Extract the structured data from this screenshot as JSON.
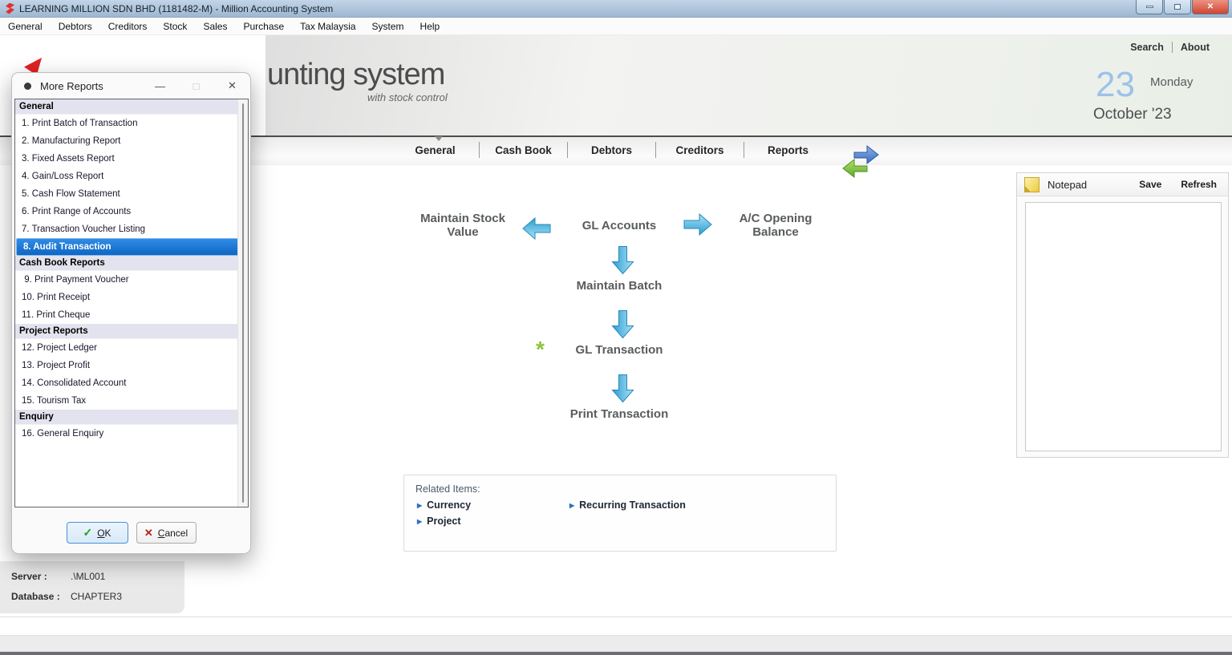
{
  "window": {
    "title": "LEARNING MILLION SDN BHD (1181482-M) - Million Accounting System",
    "controls": {
      "minimize": "minimize",
      "restore": "restore",
      "close": "close"
    }
  },
  "menu_bar": {
    "items": [
      "General",
      "Debtors",
      "Creditors",
      "Stock",
      "Sales",
      "Purchase",
      "Tax Malaysia",
      "System",
      "Help"
    ]
  },
  "header": {
    "logo_text": "unting system",
    "logo_subtext": "with stock control",
    "links": {
      "search": "Search",
      "about": "About"
    },
    "date": {
      "day": "23",
      "weekday": "Monday",
      "month_year": "October '23"
    }
  },
  "tab_bar": {
    "tabs": [
      "General",
      "Cash Book",
      "Debtors",
      "Creditors",
      "Reports"
    ]
  },
  "flow": {
    "left": "Maintain Stock Value",
    "center": "GL Accounts",
    "right": "A/C Opening Balance",
    "batch": "Maintain Batch",
    "marker": "*",
    "transaction": "GL Transaction",
    "print": "Print Transaction"
  },
  "notepad": {
    "title": "Notepad",
    "save": "Save",
    "refresh": "Refresh",
    "content": ""
  },
  "related": {
    "title": "Related Items:",
    "items": [
      "Currency",
      "Project",
      "Recurring Transaction"
    ]
  },
  "status_panel": {
    "server_label": "Server :",
    "server_value": ".\\ML001",
    "database_label": "Database :",
    "database_value": "CHAPTER3"
  },
  "dialog": {
    "title": "More Reports",
    "controls": {
      "minimize": "—",
      "maximize": "□",
      "close": "✕"
    },
    "rows": [
      {
        "type": "header",
        "label": "General"
      },
      {
        "type": "item",
        "label": "1. Print Batch of Transaction"
      },
      {
        "type": "item",
        "label": "2. Manufacturing Report"
      },
      {
        "type": "item",
        "label": "3. Fixed Assets Report"
      },
      {
        "type": "item",
        "label": "4. Gain/Loss Report"
      },
      {
        "type": "item",
        "label": "5. Cash Flow Statement"
      },
      {
        "type": "item",
        "label": "6. Print Range of Accounts"
      },
      {
        "type": "item",
        "label": "7. Transaction Voucher Listing"
      },
      {
        "type": "item",
        "label": "8. Audit Transaction",
        "selected": true
      },
      {
        "type": "header",
        "label": "Cash Book Reports"
      },
      {
        "type": "item",
        "label": " 9. Print Payment Voucher"
      },
      {
        "type": "item",
        "label": "10. Print Receipt"
      },
      {
        "type": "item",
        "label": "11. Print Cheque"
      },
      {
        "type": "header",
        "label": "Project Reports"
      },
      {
        "type": "item",
        "label": "12. Project Ledger"
      },
      {
        "type": "item",
        "label": "13. Project Profit"
      },
      {
        "type": "item",
        "label": "14. Consolidated Account"
      },
      {
        "type": "item",
        "label": "15. Tourism Tax"
      },
      {
        "type": "header",
        "label": "Enquiry"
      },
      {
        "type": "item",
        "label": "16. General Enquiry"
      }
    ],
    "ok": "OK",
    "cancel": "Cancel"
  },
  "colors": {
    "arrow_blue": "#45b0de",
    "arrow_green": "#76c043",
    "selected_blue": "#1e7ad6",
    "date_blue": "#9dc1ea",
    "asterisk_green": "#8cc63e"
  }
}
